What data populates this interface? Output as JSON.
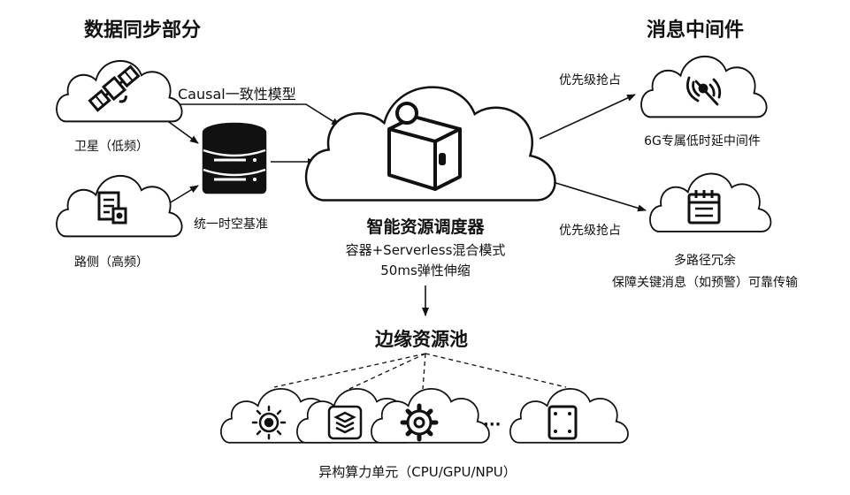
{
  "sections": {
    "data_sync": "数据同步部分",
    "middleware": "消息中间件",
    "edge_pool": "边缘资源池"
  },
  "sources": {
    "satellite": "卫星（低频）",
    "roadside": "路侧（高频）"
  },
  "edges": {
    "causal": "Causal一致性模型",
    "time_base": "统一时空基准",
    "priority_1": "优先级抢占",
    "priority_2": "优先级抢占"
  },
  "scheduler": {
    "name": "智能资源调度器",
    "line1": "容器+Serverless混合模式",
    "line2": "50ms弹性伸缩"
  },
  "middleware_items": {
    "six_g": "6G专属低时延中间件",
    "redundancy_title": "多路径冗余",
    "redundancy_desc": "保障关键消息（如预警）可靠传输"
  },
  "pool": {
    "ellipsis": "···",
    "label": "异构算力单元（CPU/GPU/NPU）"
  },
  "icons": [
    "satellite-icon",
    "document-icon",
    "database-icon",
    "package-icon",
    "antenna-icon",
    "calendar-icon",
    "sun-icon",
    "stack-icon",
    "gear-icon",
    "chip-icon"
  ]
}
